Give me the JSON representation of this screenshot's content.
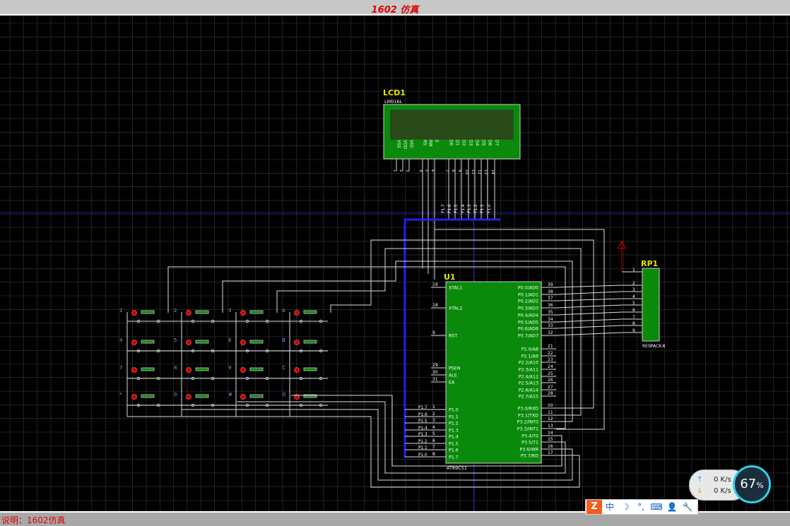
{
  "window": {
    "title": "1602 仿真"
  },
  "status": {
    "description": "说明：1602仿真"
  },
  "schematic": {
    "lcd": {
      "ref": "LCD1",
      "part": "LM016L",
      "pin_labels": [
        "VSS",
        "VDD",
        "VEE",
        "RS",
        "RW",
        "E",
        "D0",
        "D1",
        "D2",
        "D3",
        "D4",
        "D5",
        "D6",
        "D7"
      ],
      "pin_numbers": [
        "1",
        "2",
        "3",
        "4",
        "5",
        "6",
        "7",
        "8",
        "9",
        "10",
        "11",
        "12",
        "13",
        "14"
      ],
      "bus_labels": [
        "P1.7",
        "P1.6",
        "P1.5",
        "P1.4",
        "P1.3",
        "P1.2",
        "P1.1",
        "P1.0"
      ]
    },
    "mcu": {
      "ref": "U1",
      "part": "AT89C51",
      "left_pins": [
        {
          "num": "19",
          "name": "XTAL1"
        },
        {
          "num": "18",
          "name": "XTAL2"
        },
        {
          "num": "9",
          "name": "RST"
        },
        {
          "num": "29",
          "name": "PSEN"
        },
        {
          "num": "30",
          "name": "ALE"
        },
        {
          "num": "31",
          "name": "EA"
        },
        {
          "num": "1",
          "name": "P1.0"
        },
        {
          "num": "2",
          "name": "P1.1"
        },
        {
          "num": "3",
          "name": "P1.2"
        },
        {
          "num": "4",
          "name": "P1.3"
        },
        {
          "num": "5",
          "name": "P1.4"
        },
        {
          "num": "6",
          "name": "P1.5"
        },
        {
          "num": "7",
          "name": "P1.6"
        },
        {
          "num": "8",
          "name": "P1.7"
        }
      ],
      "left_bus_labels": [
        "P1.7",
        "P1.6",
        "P1.5",
        "P1.4",
        "P1.3",
        "P1.2",
        "P1.1",
        "P1.0"
      ],
      "right_pins": [
        {
          "num": "39",
          "name": "P0.0/AD0"
        },
        {
          "num": "38",
          "name": "P0.1/AD1"
        },
        {
          "num": "37",
          "name": "P0.2/AD2"
        },
        {
          "num": "36",
          "name": "P0.3/AD3"
        },
        {
          "num": "35",
          "name": "P0.4/AD4"
        },
        {
          "num": "34",
          "name": "P0.5/AD5"
        },
        {
          "num": "33",
          "name": "P0.6/AD6"
        },
        {
          "num": "32",
          "name": "P0.7/AD7"
        },
        {
          "num": "21",
          "name": "P2.0/A8"
        },
        {
          "num": "22",
          "name": "P2.1/A9"
        },
        {
          "num": "23",
          "name": "P2.2/A10"
        },
        {
          "num": "24",
          "name": "P2.3/A11"
        },
        {
          "num": "25",
          "name": "P2.4/A12"
        },
        {
          "num": "26",
          "name": "P2.5/A13"
        },
        {
          "num": "27",
          "name": "P2.6/A14"
        },
        {
          "num": "28",
          "name": "P2.7/A15"
        },
        {
          "num": "10",
          "name": "P3.0/RXD"
        },
        {
          "num": "11",
          "name": "P3.1/TXD"
        },
        {
          "num": "12",
          "name": "P3.2/INT0"
        },
        {
          "num": "13",
          "name": "P3.3/INT1"
        },
        {
          "num": "14",
          "name": "P3.4/T0"
        },
        {
          "num": "15",
          "name": "P3.5/T1"
        },
        {
          "num": "16",
          "name": "P3.6/WR"
        },
        {
          "num": "17",
          "name": "P3.7/RD"
        }
      ]
    },
    "rpack": {
      "ref": "RP1",
      "part": "RESPACK-8",
      "pins": [
        "1",
        "2",
        "3",
        "4",
        "5",
        "6",
        "7",
        "8",
        "9"
      ]
    },
    "keypad": {
      "keys": [
        "1",
        "2",
        "3",
        "A",
        "4",
        "5",
        "6",
        "B",
        "7",
        "8",
        "9",
        "C",
        "*",
        "0",
        "#",
        "D"
      ]
    }
  },
  "netspeed": {
    "upload": "0 K/s",
    "download": "0 K/s",
    "percent": "67",
    "percent_unit": "%"
  },
  "ime": {
    "logo": "Z",
    "items": [
      "中",
      "☽",
      "°,",
      "⌨",
      "👤",
      "🔧"
    ]
  }
}
